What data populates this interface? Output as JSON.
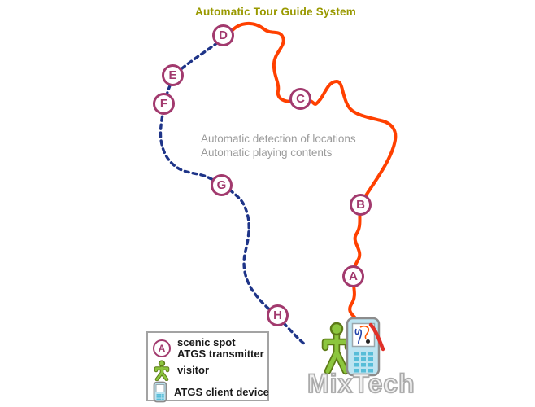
{
  "title": "Automatic Tour Guide System",
  "caption": {
    "line1": "Automatic detection of locations",
    "line2": "Automatic playing contents"
  },
  "markers": {
    "a": "A",
    "b": "B",
    "c": "C",
    "d": "D",
    "e": "E",
    "f": "F",
    "g": "G",
    "h": "H"
  },
  "legend": {
    "marker_symbol": "A",
    "item1_line1": "scenic spot",
    "item1_line2": "ATGS transmitter",
    "item2_label": "visitor",
    "item3_label": "ATGS client device"
  },
  "watermark": "MixTech",
  "colors": {
    "title": "#999900",
    "route_completed": "#ff4000",
    "route_remaining": "#1e3488",
    "marker": "#a23a6e",
    "caption_text": "#9b9b9b",
    "visitor_green": "#8cc63e",
    "device_blue": "#bde4f1"
  }
}
